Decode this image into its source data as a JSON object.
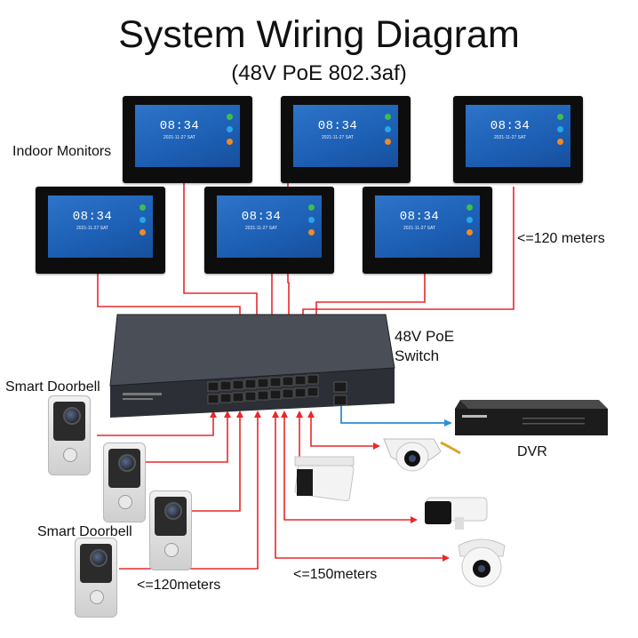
{
  "title": "System Wiring Diagram",
  "subtitle": "(48V PoE 802.3af)",
  "labels": {
    "indoor_monitors": "Indoor Monitors",
    "distance_monitors": "<=120 meters",
    "switch": "48V PoE\nSwitch",
    "smart_doorbell_1": "Smart Doorbell",
    "smart_doorbell_2": "Smart Doorbell",
    "dvr": "DVR",
    "distance_doorbells": "<=120meters",
    "distance_cameras": "<=150meters"
  },
  "monitor_screen": {
    "time": "08:34",
    "date": "2021-11-27   SAT"
  },
  "colors": {
    "wire_red": "#e8282b",
    "uplink_blue": "#2b8fd6"
  }
}
